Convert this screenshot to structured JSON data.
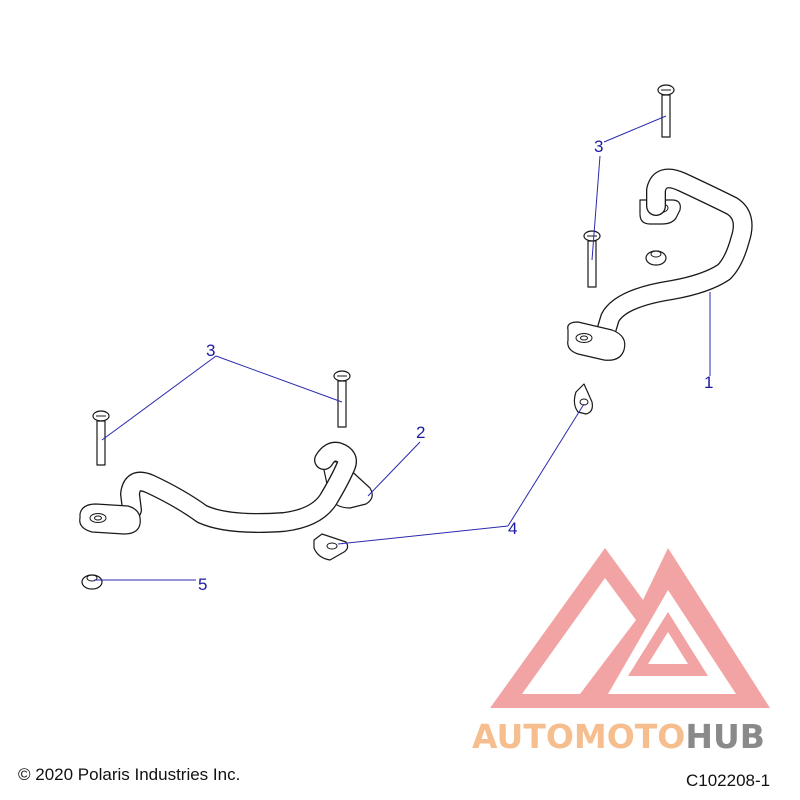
{
  "callouts": {
    "c1": "1",
    "c2": "2",
    "c3_upper": "3",
    "c3_lower": "3",
    "c4": "4",
    "c5": "5"
  },
  "footer": {
    "copyright": "© 2020 Polaris Industries Inc.",
    "diagram_id": "C102208-1"
  },
  "watermark": {
    "brand_part1": "AUTOMOTO",
    "brand_part2": "HUB",
    "color_main": "#f5b37a",
    "color_hub": "#8a8a8a",
    "logo_color": "#e85a5a"
  },
  "colors": {
    "callout": "#1a1aa0",
    "leader": "#2a2ab0",
    "line_art": "#1a1a1a"
  }
}
